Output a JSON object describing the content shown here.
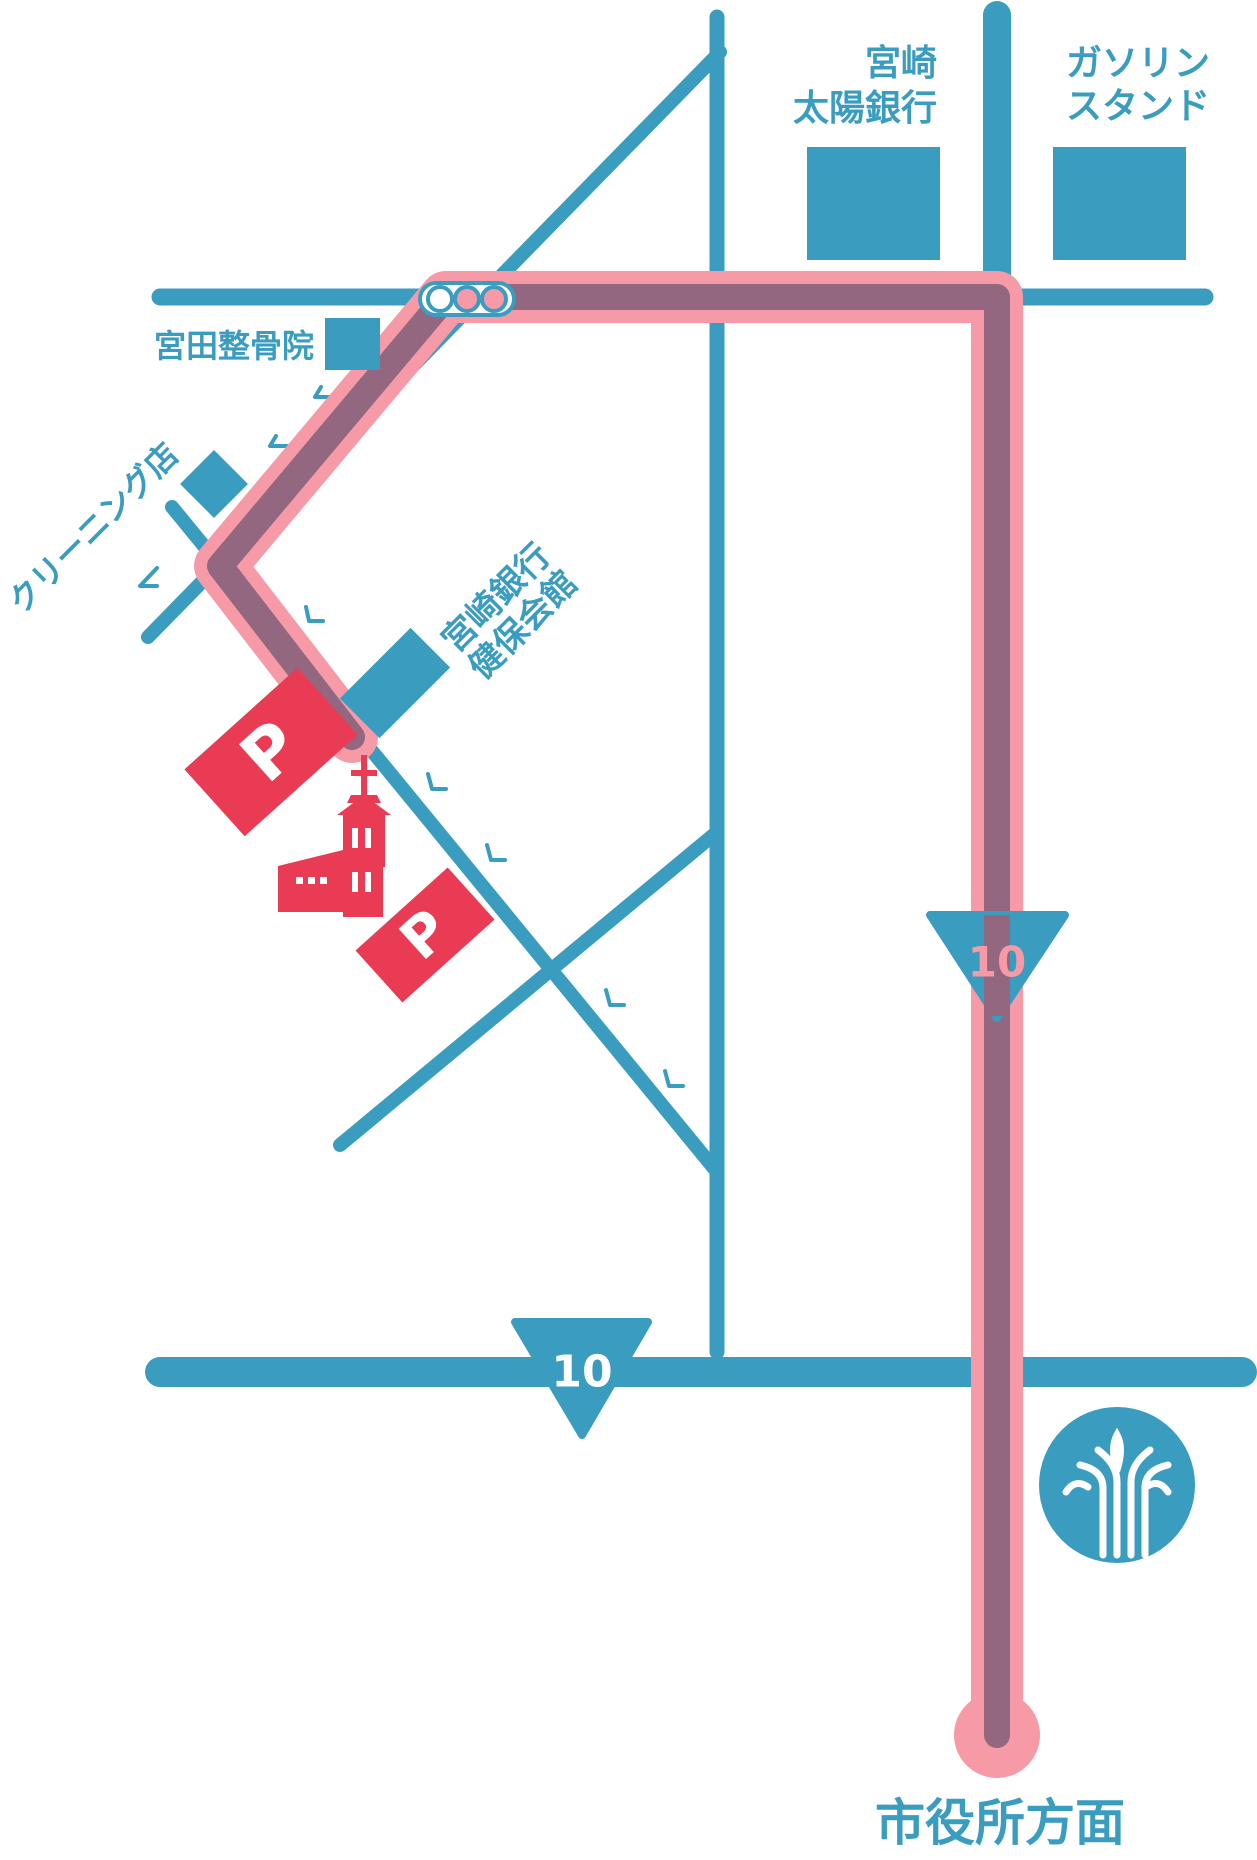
{
  "colors": {
    "road": "#3a9dbf",
    "route_highlight": "#f59aa6",
    "route_line": "#93677f",
    "parking": "#e93c54",
    "background": "#ffffff"
  },
  "labels": {
    "miyazaki_taiyo_bank_line1": "宮崎",
    "miyazaki_taiyo_bank_line2": "太陽銀行",
    "gas_station_line1": "ガソリン",
    "gas_station_line2": "スタンド",
    "miyata_clinic": "宮田整骨院",
    "cleaning_shop": "クリーニング店",
    "miyazaki_bank_hall_line1": "宮崎銀行",
    "miyazaki_bank_hall_line2": "健保会館",
    "city_hall_direction": "市役所方面"
  },
  "route_shields": {
    "vertical": "10",
    "horizontal": "10"
  },
  "parking": {
    "symbol": "P"
  },
  "icons": {
    "church": "church-icon",
    "city_emblem": "city-emblem-icon",
    "parking": "parking-icon",
    "traffic_signal": "traffic-signal-icon"
  }
}
